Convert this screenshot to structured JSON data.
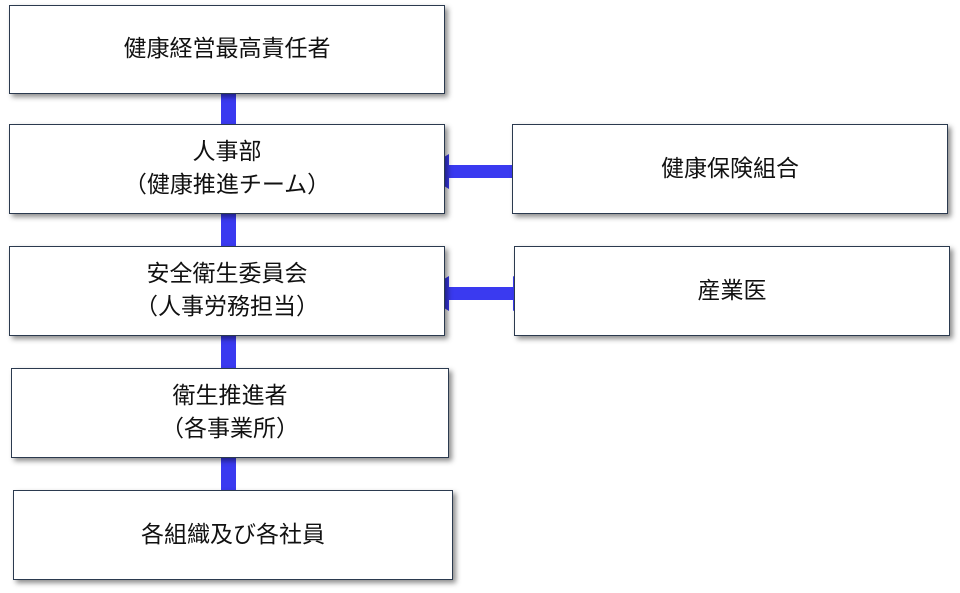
{
  "org_chart": {
    "ceo": {
      "label": "健康経営最高責任者"
    },
    "hr": {
      "line1": "人事部",
      "line2": "（健康推進チーム）"
    },
    "insurance": {
      "label": "健康保険組合"
    },
    "committee": {
      "line1": "安全衛生委員会",
      "line2": "（人事労務担当）"
    },
    "doctor": {
      "label": "産業医"
    },
    "promoter": {
      "line1": "衛生推進者",
      "line2": "（各事業所）"
    },
    "staff": {
      "label": "各組織及び各社員"
    }
  },
  "colors": {
    "connector": "#3a3af0",
    "border": "#2b3a4f"
  }
}
